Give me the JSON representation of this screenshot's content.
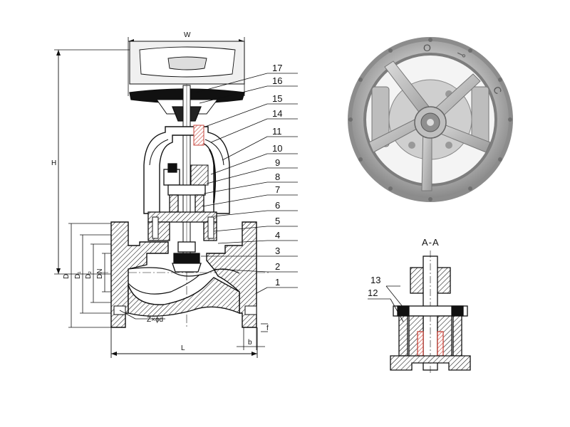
{
  "drawing": {
    "dimensions": {
      "width": "W",
      "height": "H",
      "length": "L",
      "flange_d": "D",
      "d1": "D₁",
      "d2": "D₂",
      "nominal": "DN",
      "b": "b",
      "f": "f",
      "bolts": "Z×ϕd"
    },
    "part_numbers": [
      "17",
      "16",
      "15",
      "14",
      "11",
      "10",
      "9",
      "8",
      "7",
      "6",
      "5",
      "4",
      "3",
      "2",
      "1"
    ],
    "section_title": "A-A",
    "section_parts": [
      "13",
      "12"
    ]
  },
  "photo": {
    "handwheel_marks": [
      "O",
      "C"
    ],
    "handwheel_glyph": "⊸"
  },
  "colors": {
    "line": "#111111",
    "hatch_red": "#c8463c",
    "metal_light": "#c9c9c9",
    "metal_dark": "#7d7d7d"
  }
}
